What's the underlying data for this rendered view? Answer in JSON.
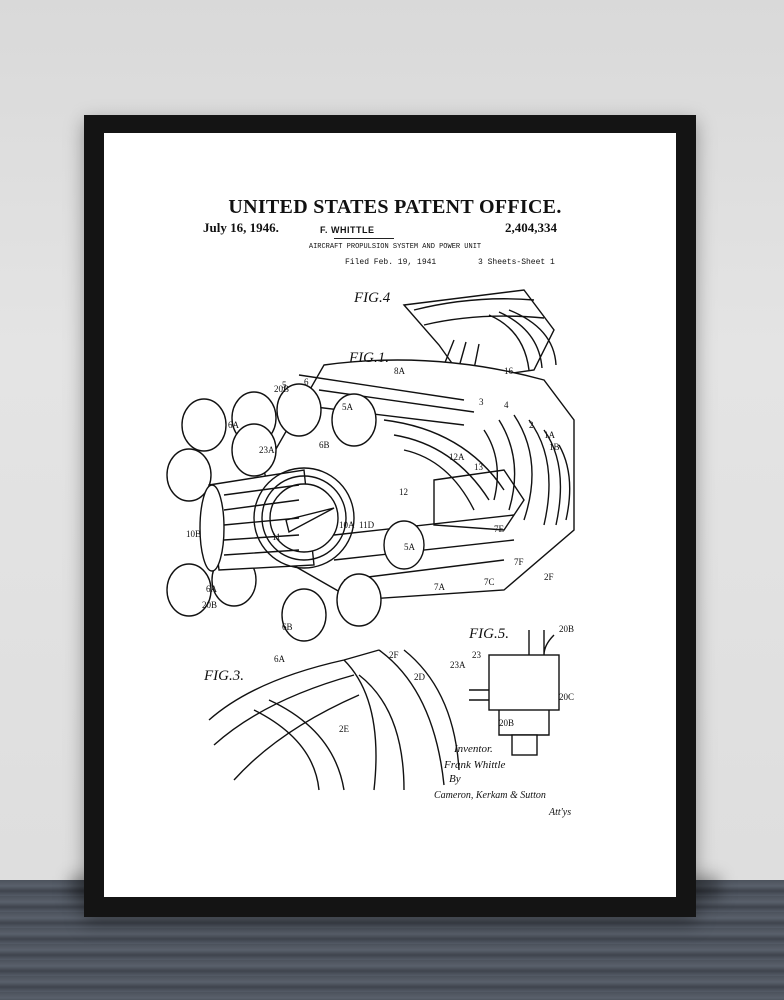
{
  "patent": {
    "office": "UNITED STATES PATENT OFFICE.",
    "date": "July 16, 1946.",
    "inventor_header": "F. WHITTLE",
    "number": "2,404,334",
    "title": "AIRCRAFT PROPULSION SYSTEM AND POWER UNIT",
    "filed": "Filed Feb. 19, 1941",
    "sheets": "3 Sheets-Sheet 1"
  },
  "figures": {
    "fig1": "FIG.1.",
    "fig3": "FIG.3.",
    "fig4": "FIG.4",
    "fig5": "FIG.5."
  },
  "reference_labels": {
    "main": [
      "5",
      "6",
      "20B",
      "5A",
      "6A",
      "23A",
      "6B",
      "10B",
      "11",
      "12",
      "12A",
      "13",
      "4",
      "3",
      "2",
      "1A",
      "1B",
      "10A",
      "11D",
      "7A",
      "7C",
      "7E",
      "7F",
      "5A",
      "2F",
      "20B",
      "6A",
      "6B",
      "8A",
      "16"
    ],
    "fig3": [
      "6A",
      "2F",
      "2D",
      "2E"
    ],
    "fig5": [
      "20B",
      "23",
      "23A",
      "20C",
      "20B"
    ]
  },
  "signature": {
    "inventor_label": "Inventor.",
    "inventor_name": "Frank Whittle",
    "by": "By",
    "attorneys": "Cameron, Kerkam & Sutton",
    "atty_abbrev": "Att'ys"
  },
  "colors": {
    "frame": "#141414",
    "mat": "#ffffff",
    "wall": "#dedede",
    "floor": "#4c525c",
    "ink": "#111111"
  }
}
